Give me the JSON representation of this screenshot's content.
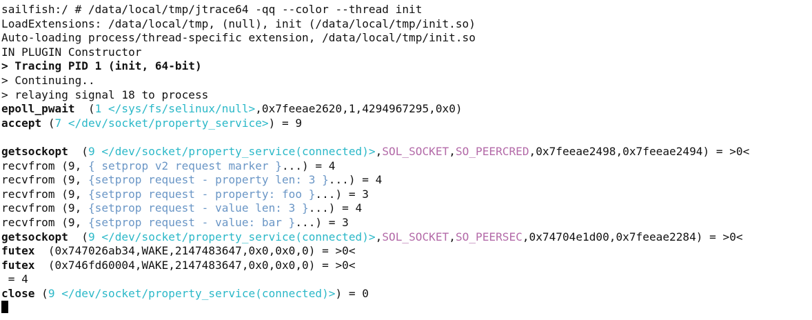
{
  "terminal": {
    "lines": [
      [
        {
          "t": "sailfish:/ # /data/local/tmp/jtrace64 -qq --color --thread init"
        }
      ],
      [
        {
          "t": "LoadExtensions: /data/local/tmp, (null), init (/data/local/tmp/init.so)"
        }
      ],
      [
        {
          "t": "Auto-loading process/thread-specific extension, /data/local/tmp/init.so"
        }
      ],
      [
        {
          "t": "IN PLUGIN Constructor"
        }
      ],
      [
        {
          "t": "> Tracing PID 1 (init, 64-bit)",
          "s": "b"
        }
      ],
      [
        {
          "t": "> Continuing.."
        }
      ],
      [
        {
          "t": "> relaying signal 18 to process"
        }
      ],
      [
        {
          "t": "epoll_pwait",
          "s": "b"
        },
        {
          "t": "  ("
        },
        {
          "t": "1 </sys/fs/selinux/null>",
          "s": "cy"
        },
        {
          "t": ",0x7feeae2620,1,4294967295,0x0)"
        }
      ],
      [
        {
          "t": "accept",
          "s": "b"
        },
        {
          "t": " ("
        },
        {
          "t": "7 </dev/socket/property_service>",
          "s": "cy"
        },
        {
          "t": ") = 9"
        }
      ],
      [
        {
          "t": ""
        }
      ],
      [
        {
          "t": "getsockopt",
          "s": "b"
        },
        {
          "t": "  ("
        },
        {
          "t": "9 </dev/socket/property_service(connected)>",
          "s": "cy"
        },
        {
          "t": ","
        },
        {
          "t": "SOL_SOCKET",
          "s": "mg"
        },
        {
          "t": ","
        },
        {
          "t": "SO_PEERCRED",
          "s": "mg"
        },
        {
          "t": ",0x7feeae2498,0x7feeae2494) = >0<"
        }
      ],
      [
        {
          "t": "recvfrom (9, "
        },
        {
          "t": "{ setprop v2 request marker }",
          "s": "bl"
        },
        {
          "t": "...) = 4"
        }
      ],
      [
        {
          "t": "recvfrom (9, "
        },
        {
          "t": "{setprop request - property len: 3 }",
          "s": "bl"
        },
        {
          "t": "...) = 4"
        }
      ],
      [
        {
          "t": "recvfrom (9, "
        },
        {
          "t": "{setprop request - property: foo }",
          "s": "bl"
        },
        {
          "t": "...) = 3"
        }
      ],
      [
        {
          "t": "recvfrom (9, "
        },
        {
          "t": "{setprop request - value len: 3 }",
          "s": "bl"
        },
        {
          "t": "...) = 4"
        }
      ],
      [
        {
          "t": "recvfrom (9, "
        },
        {
          "t": "{setprop request - value: bar }",
          "s": "bl"
        },
        {
          "t": "...) = 3"
        }
      ],
      [
        {
          "t": "getsockopt",
          "s": "b"
        },
        {
          "t": "  ("
        },
        {
          "t": "9 </dev/socket/property_service(connected)>",
          "s": "cy"
        },
        {
          "t": ","
        },
        {
          "t": "SOL_SOCKET",
          "s": "mg"
        },
        {
          "t": ","
        },
        {
          "t": "SO_PEERSEC",
          "s": "mg"
        },
        {
          "t": ",0x74704e1d00,0x7feeae2284) = >0<"
        }
      ],
      [
        {
          "t": "futex",
          "s": "b"
        },
        {
          "t": "  (0x747026ab34,WAKE,2147483647,0x0,0x0,0) = >0<"
        }
      ],
      [
        {
          "t": "futex",
          "s": "b"
        },
        {
          "t": "  (0x746fd60004,WAKE,2147483647,0x0,0x0,0) = >0<"
        }
      ],
      [
        {
          "t": " = 4"
        }
      ],
      [
        {
          "t": "close",
          "s": "b"
        },
        {
          "t": " ("
        },
        {
          "t": "9 </dev/socket/property_service(connected)>",
          "s": "cy"
        },
        {
          "t": ") = 0"
        }
      ]
    ]
  },
  "colors": {
    "background": "#ffffff",
    "text": "#111111",
    "fd_path": "#2bb8c8",
    "payload": "#6a96c6",
    "constant": "#b36aa8"
  }
}
